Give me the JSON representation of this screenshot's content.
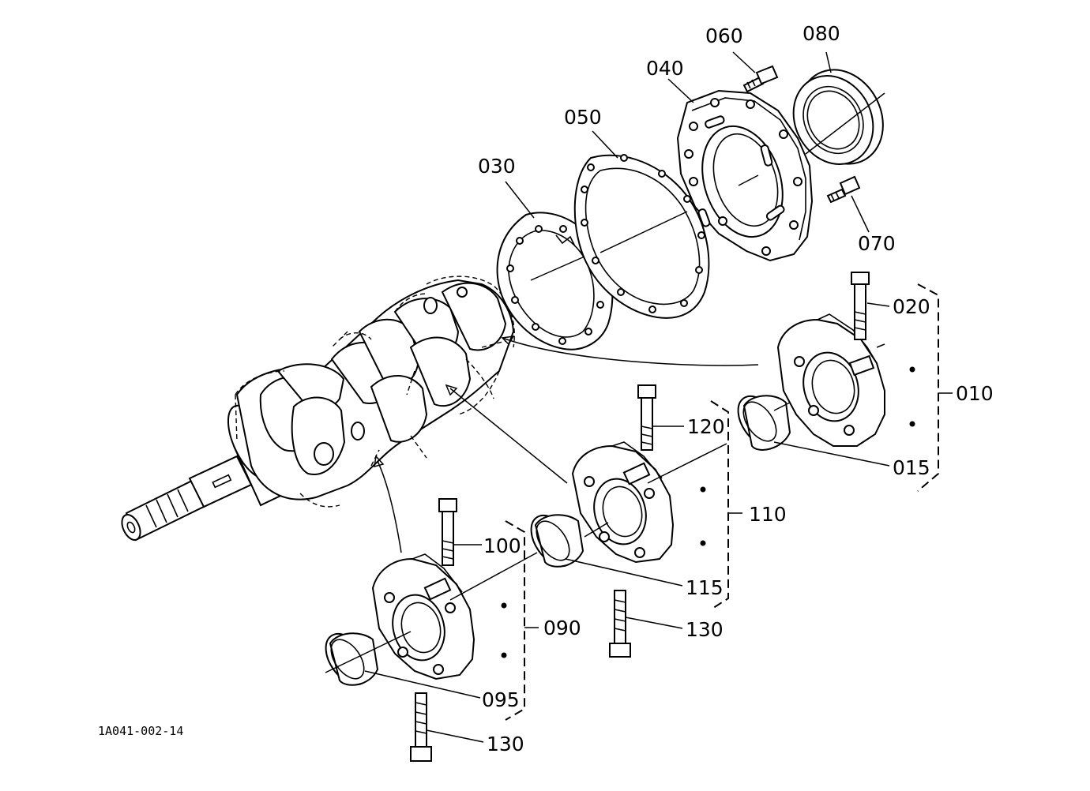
{
  "drawing_id": "1A041-002-14",
  "callouts": [
    {
      "id": "060",
      "part": "bolt"
    },
    {
      "id": "080",
      "part": "oil-seal"
    },
    {
      "id": "040",
      "part": "bearing-case-cover"
    },
    {
      "id": "050",
      "part": "gasket"
    },
    {
      "id": "030",
      "part": "gasket-inner"
    },
    {
      "id": "070",
      "part": "bolt"
    },
    {
      "id": "020",
      "part": "bolt"
    },
    {
      "id": "010",
      "part": "main-bearing-case-assembly"
    },
    {
      "id": "015",
      "part": "metal-bearing"
    },
    {
      "id": "120",
      "part": "bolt"
    },
    {
      "id": "110",
      "part": "main-bearing-case-assembly"
    },
    {
      "id": "100",
      "part": "bolt"
    },
    {
      "id": "115",
      "part": "metal-bearing"
    },
    {
      "id": "130",
      "part": "bolt"
    },
    {
      "id": "090",
      "part": "main-bearing-case-assembly"
    },
    {
      "id": "095",
      "part": "metal-bearing"
    },
    {
      "id": "130",
      "part": "bolt"
    }
  ]
}
